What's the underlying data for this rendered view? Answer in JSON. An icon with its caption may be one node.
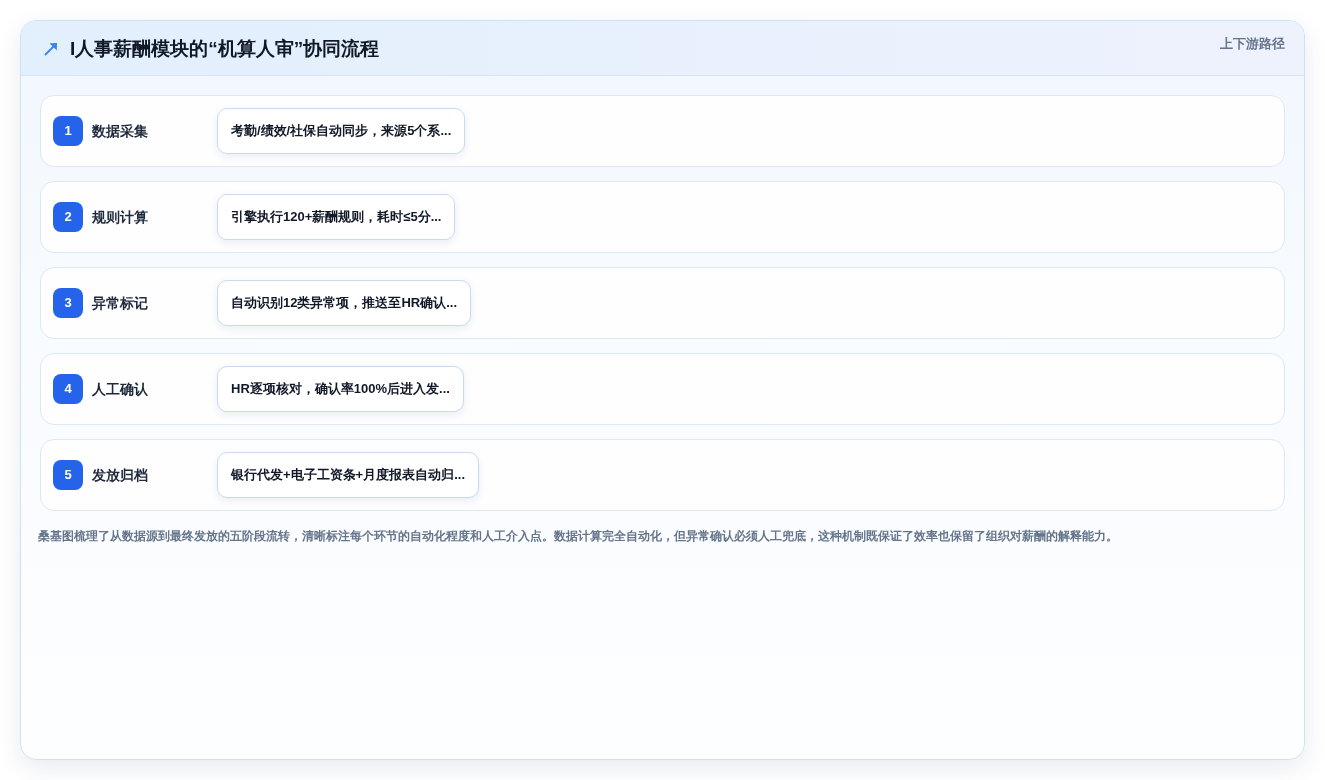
{
  "diagram": {
    "title": "I人事薪酬模块的“机算人审”协同流程",
    "caption": "桑基图梳理了从数据源到最终发放的五阶段流转，清晰标注每个环节的自动化程度和人工介入点。数据计算完全自动化，但异常确认必须人工兜底，这种机制既保证了效率也保留了组织对薪酬的解释能力。",
    "nodes": [
      {
        "text": [
          "数据采集"
        ]
      },
      {
        "text": [
          "1"
        ],
        "in": 0
      },
      {
        "text": [
          "考勤/绩效/社保自动同步，来源5个系..."
        ],
        "in": 0
      },
      {
        "text": [
          "规则计算"
        ]
      },
      {
        "text": [
          "2"
        ],
        "in": 3
      },
      {
        "text": [
          "引擎执行120+薪酬规则，耗时≤5分..."
        ],
        "in": 3
      },
      {
        "text": [
          "异常标记"
        ]
      },
      {
        "text": [
          "3"
        ],
        "in": 6
      },
      {
        "text": [
          "自动识别12类异常项，推送至HR确认..."
        ],
        "in": 6
      },
      {
        "text": [
          "人工确认"
        ]
      },
      {
        "text": [
          "4"
        ],
        "in": 9
      },
      {
        "text": [
          "HR逐项核对，确认率100%后进入发..."
        ],
        "in": 9
      },
      {
        "text": [
          "发放归档"
        ]
      },
      {
        "text": [
          "5"
        ],
        "in": 12
      },
      {
        "text": [
          "银行代发+电子工资条+月度报表自动归..."
        ],
        "in": 12
      }
    ],
    "labels": [
      "上下游路径"
    ]
  }
}
